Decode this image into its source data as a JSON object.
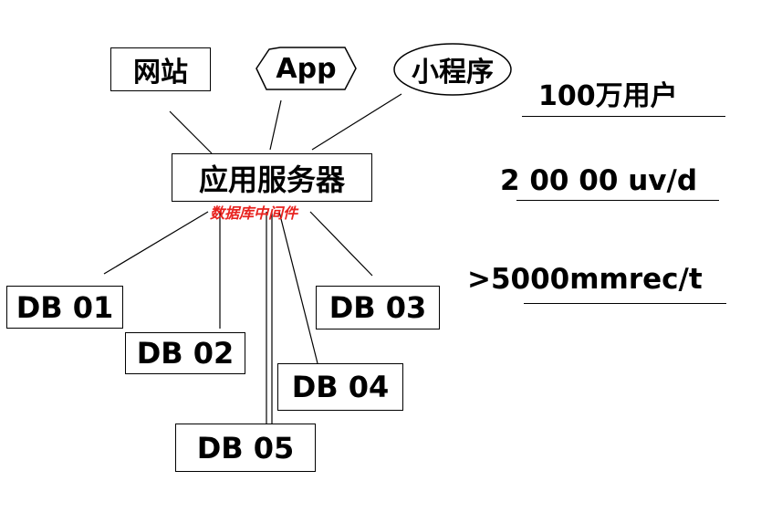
{
  "nodes": {
    "website": "网站",
    "app": "App",
    "miniprogram": "小程序",
    "server": "应用服务器",
    "db01": "DB 01",
    "db02": "DB 02",
    "db03": "DB 03",
    "db04": "DB 04",
    "db05": "DB 05"
  },
  "annotation": "数据库中间件",
  "notes": {
    "users": "100万用户",
    "uv": "2 00 00 uv/d",
    "records": ">5000mmrec/t"
  },
  "colors": {
    "annotation": "#e8231f",
    "stroke": "#000000"
  }
}
